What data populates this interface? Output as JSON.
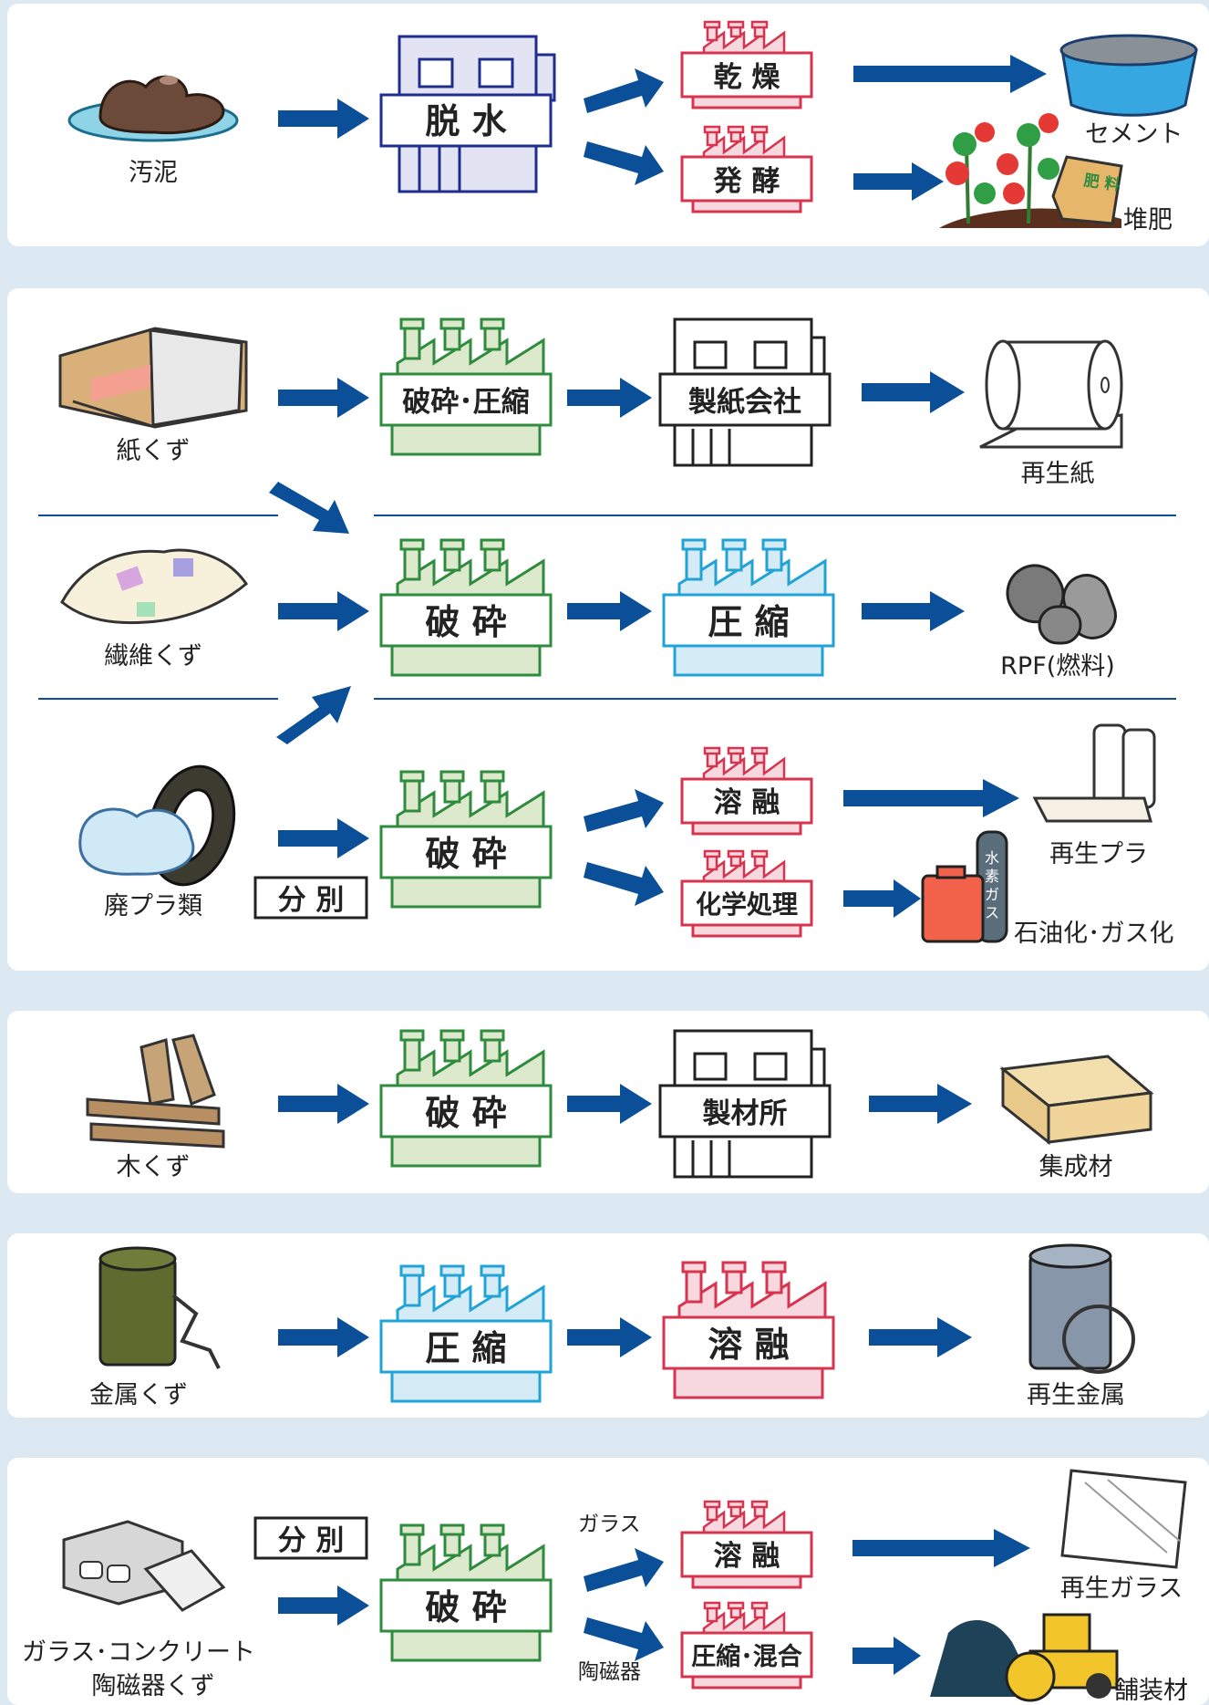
{
  "colors": {
    "arrow": "#0a4f97",
    "green_fill": "#dde9cc",
    "green_line": "#2f8b3e",
    "blue_fill": "#d5ecf6",
    "blue_line": "#22a3d6",
    "pink_fill": "#f7d8df",
    "pink_line": "#d6344f",
    "navy": "#1f2d8f",
    "panel_bg": "#dce9f2"
  },
  "sludge": {
    "source": "汚泥",
    "dewater": "脱 水",
    "dry": "乾 燥",
    "ferment": "発 酵",
    "product_cement": "セメント",
    "product_compost": "堆肥",
    "bag_label": "肥 料"
  },
  "paper": {
    "source": "紙くず",
    "crush_compress": "破砕･圧縮",
    "mill": "製紙会社",
    "product": "再生紙"
  },
  "textile": {
    "source": "繊維くず",
    "crush": "破 砕",
    "compress": "圧 縮",
    "product": "RPF(燃料)"
  },
  "plastic": {
    "source": "廃プラ類",
    "sort": "分 別",
    "crush": "破 砕",
    "melt": "溶 融",
    "chemical": "化学処理",
    "product_plastic": "再生プラ",
    "product_oil": "石油化･ガス化",
    "tank_label": [
      "水",
      "素",
      "ガ",
      "ス"
    ]
  },
  "wood": {
    "source": "木くず",
    "crush": "破 砕",
    "mill": "製材所",
    "product": "集成材"
  },
  "metal": {
    "source": "金属くず",
    "compress": "圧 縮",
    "melt": "溶 融",
    "product": "再生金属"
  },
  "glass": {
    "source_line1": "ガラス･コンクリート",
    "source_line2": "陶磁器くず",
    "sort": "分 別",
    "crush": "破 砕",
    "branch_glass": "ガラス",
    "branch_ceramic": "陶磁器",
    "melt": "溶 融",
    "compress_mix": "圧縮･混合",
    "product_glass": "再生ガラス",
    "product_paving": "舗装材"
  }
}
